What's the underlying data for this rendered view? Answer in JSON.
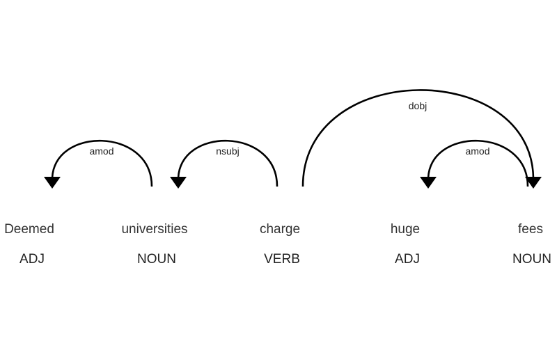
{
  "sentence": {
    "tokens": [
      {
        "text": "Deemed",
        "tag": "ADJ"
      },
      {
        "text": "universities",
        "tag": "NOUN"
      },
      {
        "text": "charge",
        "tag": "VERB"
      },
      {
        "text": "huge",
        "tag": "ADJ"
      },
      {
        "text": "fees",
        "tag": "NOUN"
      }
    ]
  },
  "arcs": [
    {
      "label": "amod",
      "head": 1,
      "dependent": 0
    },
    {
      "label": "nsubj",
      "head": 2,
      "dependent": 1
    },
    {
      "label": "dobj",
      "head": 2,
      "dependent": 4
    },
    {
      "label": "amod",
      "head": 4,
      "dependent": 3
    }
  ],
  "colors": {
    "arc": "#000000",
    "word_text": "#333333",
    "tag_text": "#222222",
    "label_text": "#222222",
    "background": "#ffffff"
  }
}
